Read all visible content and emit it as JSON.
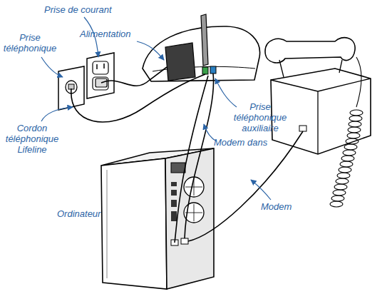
{
  "diagram": {
    "labels": [
      "Prise de courant",
      "Prise téléphonique",
      "Alimentation",
      "Cordon téléphonique Lifeline",
      "Prise téléphonique auxiliaire",
      "Modem dans",
      "Ordinateur",
      "Modem"
    ]
  }
}
